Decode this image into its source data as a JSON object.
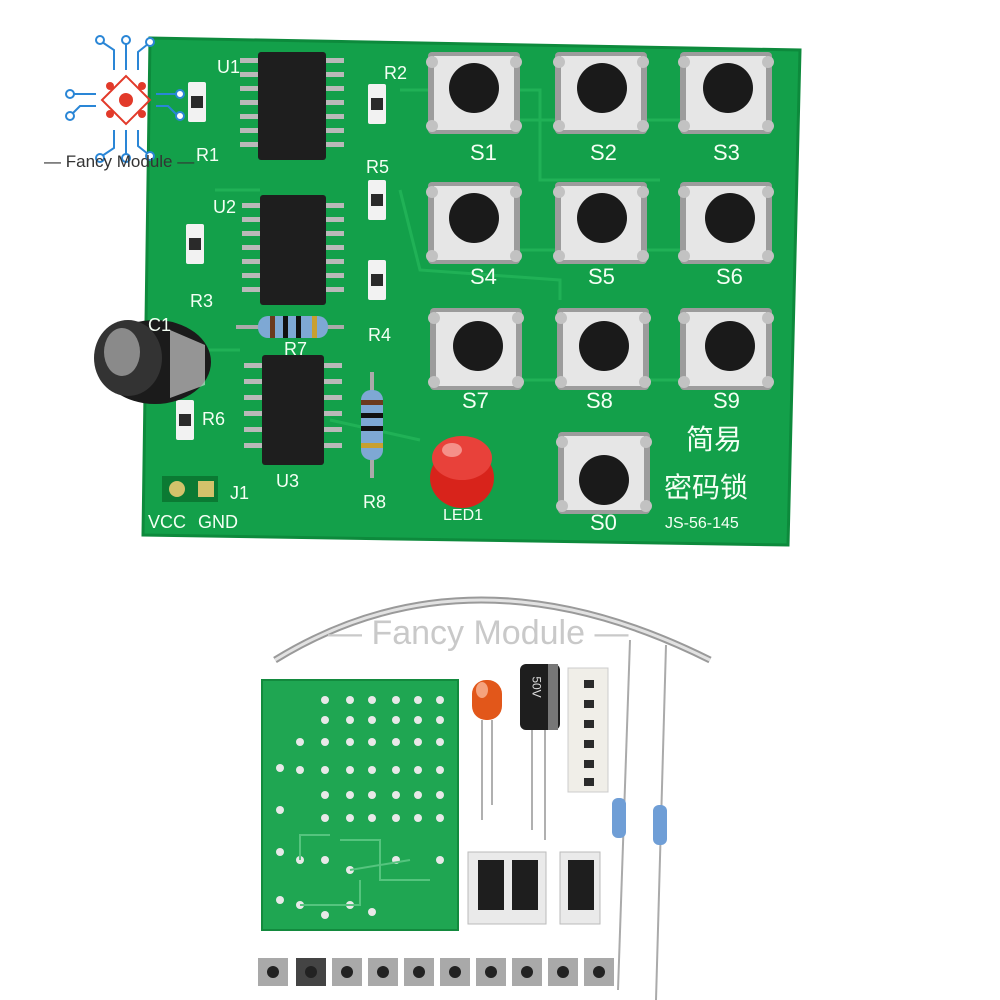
{
  "brand": {
    "name": "Fancy Module"
  },
  "watermark": {
    "text": "Fancy Module"
  },
  "assembled_board": {
    "ic_labels": [
      "U1",
      "U2",
      "U3"
    ],
    "resistor_labels": [
      "R1",
      "R2",
      "R3",
      "R4",
      "R5",
      "R6",
      "R7",
      "R8"
    ],
    "button_labels": [
      "S1",
      "S2",
      "S3",
      "S4",
      "S5",
      "S6",
      "S7",
      "S8",
      "S9",
      "S0"
    ],
    "led_label": "LED1",
    "capacitor_label": "C1",
    "connector_label": "J1",
    "power_labels": [
      "VCC",
      "GND"
    ],
    "title_line1": "简易",
    "title_line2": "密码锁",
    "model": "JS-56-145"
  },
  "kit_parts": {
    "capacitor_marking": "50V",
    "loose_buttons_count": 10
  },
  "colors": {
    "pcb": "#13a04a",
    "pcb_dark": "#0d8a3c",
    "led": "#d8231b",
    "logo_accent": "#e23a2a",
    "logo_blue": "#2a86d6"
  }
}
